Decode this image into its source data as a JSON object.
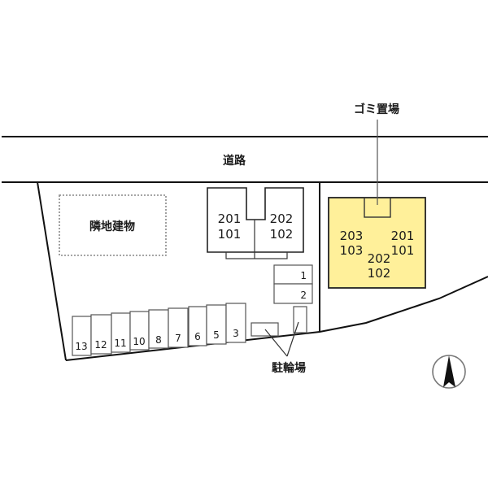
{
  "labels": {
    "road": "道路",
    "garbage_area": "ゴミ置場",
    "neighbor_building": "隣地建物",
    "bicycle_parking": "駐輪場"
  },
  "building_a": {
    "left_upper": "201",
    "left_lower": "101",
    "right_upper": "202",
    "right_lower": "102"
  },
  "building_b": {
    "highlight_color": "#FFF09A",
    "left_upper": "203",
    "left_lower": "103",
    "center_upper": "202",
    "center_lower": "102",
    "right_upper": "201",
    "right_lower": "101"
  },
  "parking": {
    "front_slots": [
      "1",
      "2"
    ],
    "rear_slots": [
      "13",
      "12",
      "11",
      "10",
      "8",
      "7",
      "6",
      "5",
      "3"
    ]
  },
  "compass": {
    "icon": "north-arrow-icon"
  }
}
